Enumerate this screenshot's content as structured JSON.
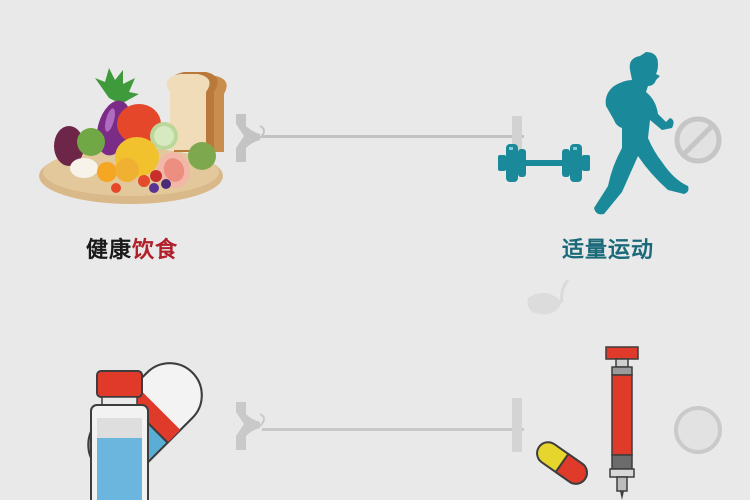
{
  "row1": {
    "left": {
      "label_part1": "健康",
      "label_part2": "饮食",
      "label_part1_color": "#1a1a1a",
      "label_part2_color": "#b01e2a",
      "icon": "food-plate-icon"
    },
    "right": {
      "label": "适量运动",
      "label_color": "#1b6a7a",
      "icons": [
        "dumbbell-icon",
        "running-man-icon",
        "prohibited-icon"
      ]
    },
    "connector": "scale-bar-icon"
  },
  "row2": {
    "left": {
      "icons": [
        "capsule-icon",
        "medicine-vial-icon"
      ]
    },
    "right": {
      "icons": [
        "leaf-icon",
        "syringe-icon",
        "small-capsule-icon",
        "grey-circle-icon"
      ]
    },
    "connector": "scale-bar-icon"
  },
  "colors": {
    "background": "#e9e9e9",
    "teal": "#1a8a9a",
    "red": "#e0412a",
    "blue": "#5aaed6",
    "grey": "#c8c8c8"
  }
}
